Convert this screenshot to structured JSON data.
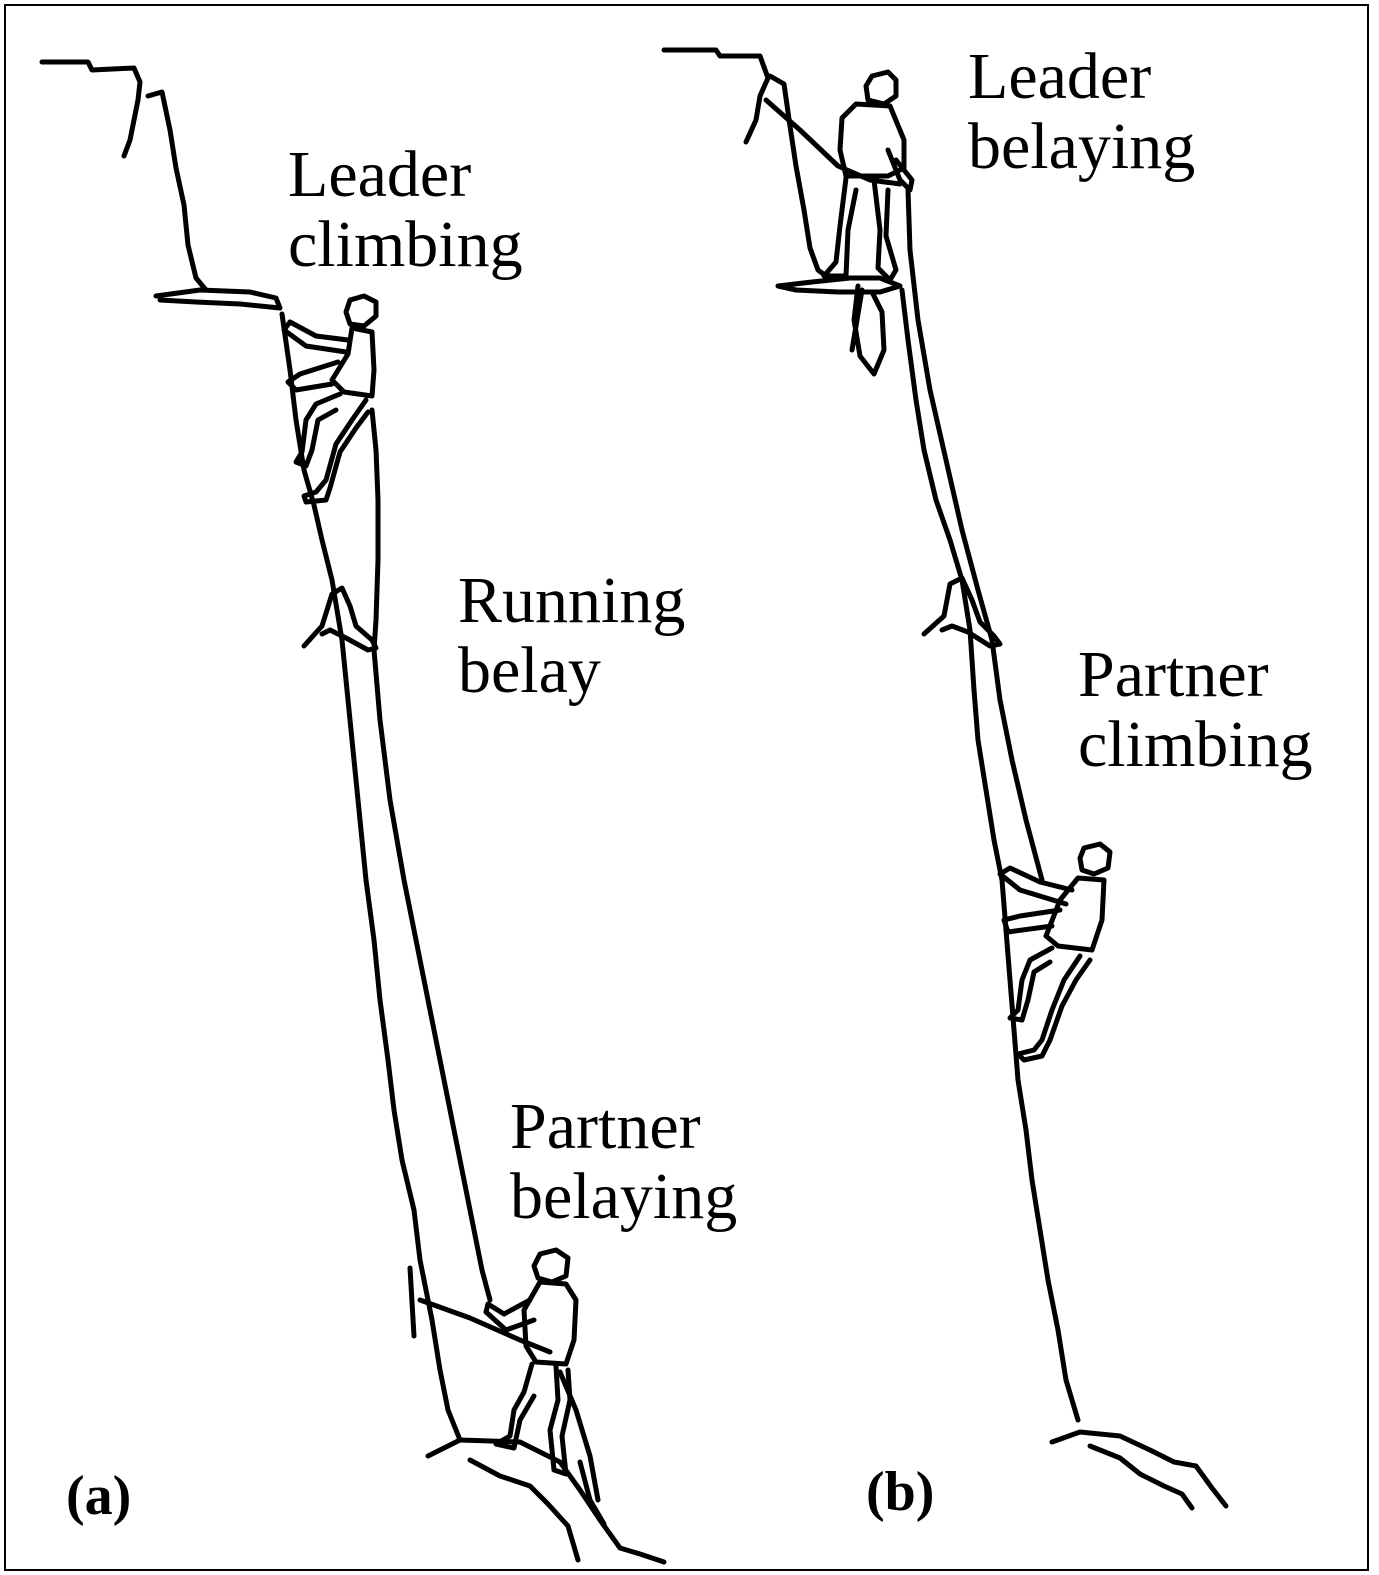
{
  "panels": [
    {
      "tag": "(a)",
      "labels": {
        "leader": [
          "Leader",
          "climbing"
        ],
        "running_belay": [
          "Running",
          "belay"
        ],
        "partner": [
          "Partner",
          "belaying"
        ]
      }
    },
    {
      "tag": "(b)",
      "labels": {
        "leader": [
          "Leader",
          "belaying"
        ],
        "partner": [
          "Partner",
          "climbing"
        ]
      }
    }
  ],
  "colors": {
    "line": "#000000",
    "background": "#ffffff"
  }
}
